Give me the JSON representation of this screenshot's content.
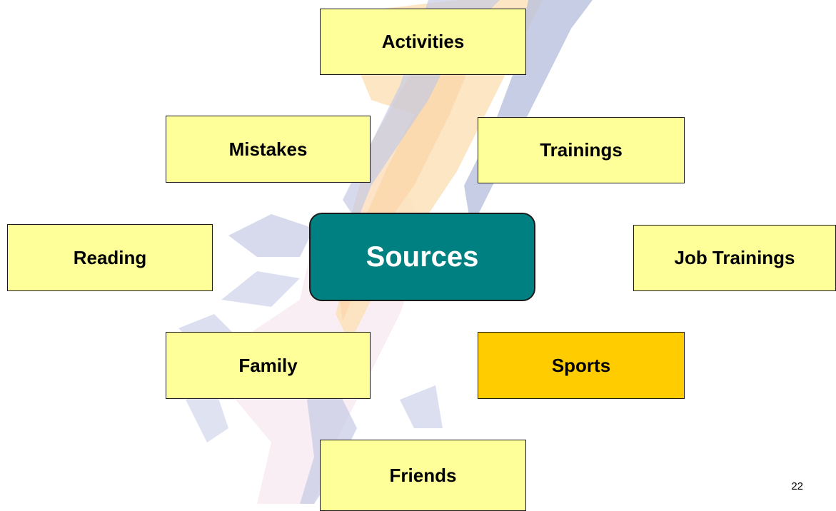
{
  "diagram": {
    "center": {
      "label": "Sources",
      "color": "#008080"
    },
    "nodes": [
      {
        "id": "activities",
        "label": "Activities"
      },
      {
        "id": "mistakes",
        "label": "Mistakes"
      },
      {
        "id": "trainings",
        "label": "Trainings"
      },
      {
        "id": "reading",
        "label": "Reading"
      },
      {
        "id": "job-trainings",
        "label": "Job Trainings"
      },
      {
        "id": "family",
        "label": "Family"
      },
      {
        "id": "sports",
        "label": "Sports",
        "highlighted": true
      },
      {
        "id": "friends",
        "label": "Friends"
      }
    ],
    "node_fill": "#ffff99",
    "highlight_fill": "#ffcc00"
  },
  "footer": {
    "page_number": "22"
  }
}
